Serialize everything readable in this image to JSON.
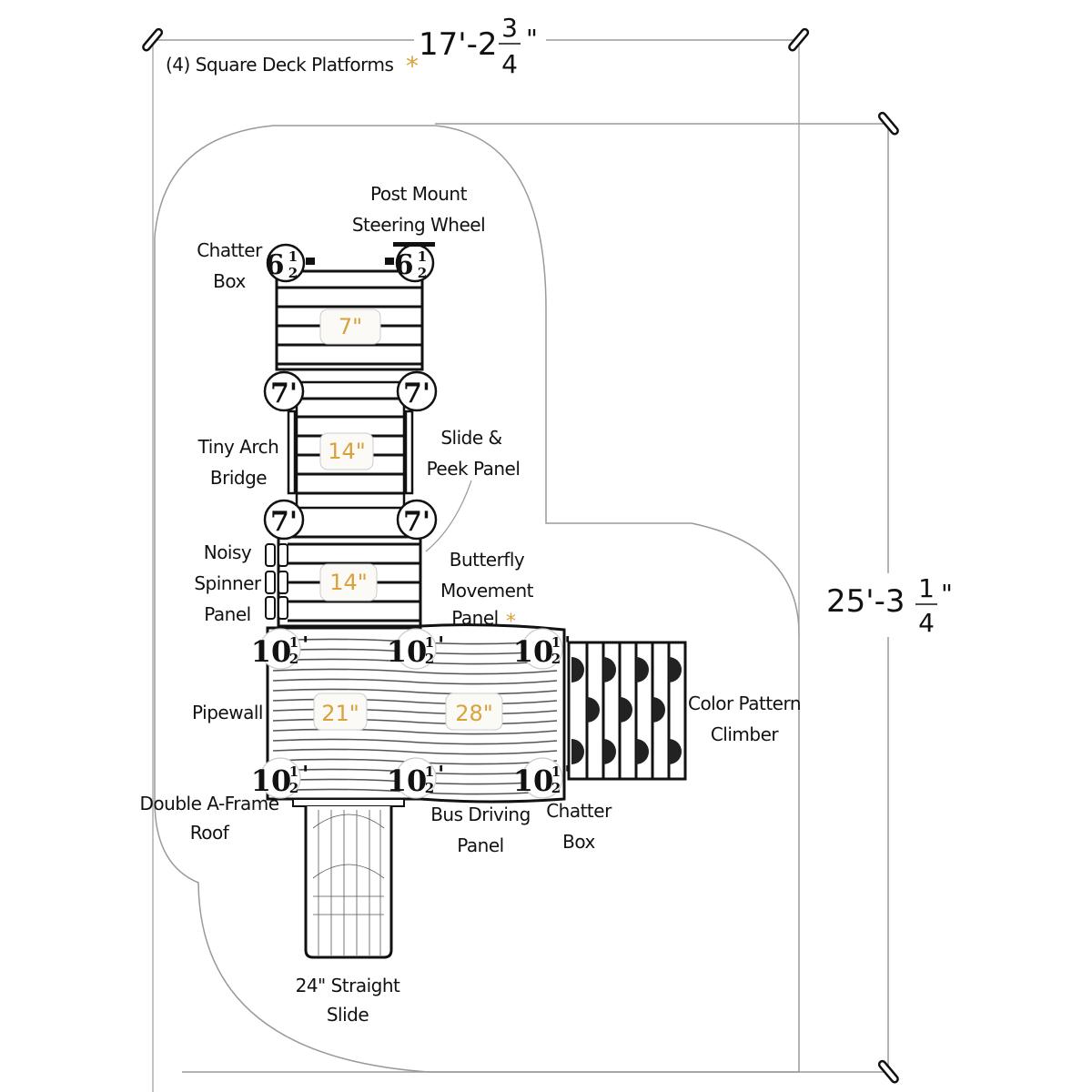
{
  "colors": {
    "accent": "#d9a23a",
    "line": "#111111",
    "outline": "#9a9a9a",
    "badge_fill": "#fbfaf6"
  },
  "dimensions": {
    "width": {
      "whole": "17'-2",
      "numerator": "3",
      "denominator": "4",
      "unit": "\""
    },
    "height": {
      "whole": "25'-3",
      "numerator": "1",
      "denominator": "4",
      "unit": "\""
    }
  },
  "notes": {
    "platforms": "(4) Square Deck Platforms",
    "asterisk": "*"
  },
  "labels": {
    "post_mount_line1": "Post Mount",
    "post_mount_line2": "Steering Wheel",
    "chatter_top_line1": "Chatter",
    "chatter_top_line2": "Box",
    "tiny_arch_line1": "Tiny Arch",
    "tiny_arch_line2": "Bridge",
    "slide_peek_line1": "Slide &",
    "slide_peek_line2": "Peek Panel",
    "noisy_line1": "Noisy",
    "noisy_line2": "Spinner",
    "noisy_line3": "Panel",
    "butterfly_line1": "Butterfly",
    "butterfly_line2": "Movement",
    "butterfly_line3": "Panel",
    "pipewall": "Pipewall",
    "color_pattern_line1": "Color Pattern",
    "color_pattern_line2": "Climber",
    "double_aframe_line1": "Double A-Frame",
    "double_aframe_line2": "Roof",
    "bus_driving_line1": "Bus Driving",
    "bus_driving_line2": "Panel",
    "chatter_bottom_line1": "Chatter",
    "chatter_bottom_line2": "Box",
    "slide_line1": "24\" Straight",
    "slide_line2": "Slide"
  },
  "deck_heights": {
    "deck1": "7\"",
    "deck2": "14\"",
    "deck3": "14\"",
    "deck4": "21\"",
    "deck5": "28\""
  },
  "post_heights": {
    "top_whole": "6",
    "top_num": "1",
    "top_den": "2",
    "mid": "7'",
    "low_whole": "10",
    "low_num": "1",
    "low_den": "2",
    "low_unit": "'"
  }
}
